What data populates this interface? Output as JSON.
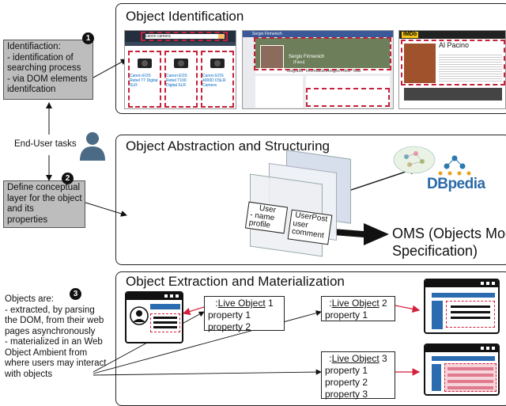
{
  "panels": {
    "identification": {
      "title": "Object Identification"
    },
    "abstraction": {
      "title": "Object Abstraction and Structuring"
    },
    "extraction": {
      "title": "Object Extraction and Materialization"
    }
  },
  "steps": [
    {
      "number": "1",
      "lines": [
        "Identifiaction:",
        "- identification of",
        "searching process",
        "- via DOM elements",
        "identifcation"
      ]
    },
    {
      "number": "2",
      "lines": [
        "Define conceptual",
        "layer for the object",
        "and its",
        "properties"
      ]
    },
    {
      "number": "3",
      "lines": [
        "Objects are:",
        "- extracted, by parsing",
        "the DOM, from their web",
        "pages asynchronously",
        "- materialized in an Web",
        "Object Ambient from",
        "where users may interact",
        "with objects"
      ]
    }
  ],
  "end_user_label": "End-User tasks",
  "screenshots": {
    "amazon": {
      "search_text": "canon camera",
      "items": [
        "Canon EOS Rebel T7 Digital SLR",
        "Canon EOS Rebel T100 Digital SLR",
        "Canon EOS 4000D DSLR Camera"
      ]
    },
    "facebook": {
      "brand": "Sergio Firmenich",
      "profile_name": "Sergio Firmenich",
      "profile_sub": "(Facu)",
      "tabs": [
        "Biografía",
        "Información",
        "Amigos",
        "Fotos",
        "Más"
      ]
    },
    "imdb": {
      "logo": "IMDb",
      "name": "Al Pacino"
    }
  },
  "cards": {
    "user_profile": {
      "title": "User",
      "props": [
        "name",
        "profile"
      ]
    },
    "user_post": {
      "title": "UserPost",
      "props": [
        "user",
        "comment"
      ]
    }
  },
  "dbpedia_label": "DBpedia",
  "oms": {
    "line1": "OMS (Objects Model",
    "line2": "Specification)"
  },
  "live_objects": [
    {
      "prefix": ":",
      "name": "Live Object",
      "number": "1",
      "props": [
        "property 1",
        "property 2"
      ]
    },
    {
      "prefix": ":",
      "name": "Live Object",
      "number": "2",
      "props": [
        "property 1"
      ]
    },
    {
      "prefix": ":",
      "name": "Live Object",
      "number": "3",
      "props": [
        "property 1",
        "property 2",
        "property 3"
      ]
    }
  ],
  "colors": {
    "accent_red": "#c6203a",
    "panel_border": "#222222",
    "sidebox": "#bdbdbd",
    "person": "#4a6a86",
    "window_blue": "#2b6cb0"
  }
}
